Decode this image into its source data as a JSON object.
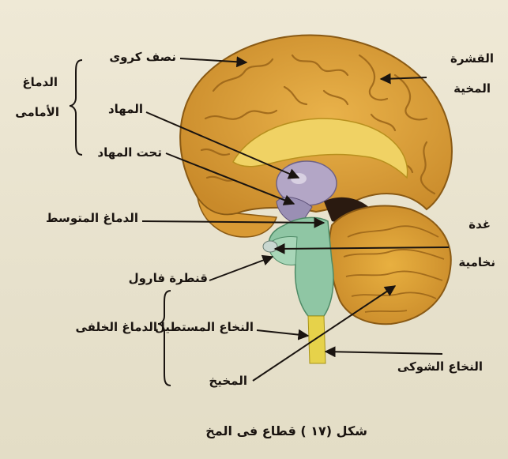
{
  "labels": {
    "hemisphere": "نصف كروى",
    "forebrain_line1": "الدماغ",
    "forebrain_line2": "الأمامى",
    "thalamus": "المهاد",
    "hypothalamus": "تحت المهاد",
    "midbrain": "الدماغ  المتوسط",
    "pons": "قنطرة فارول",
    "medulla": "النخاع المستطيل",
    "hindbrain": "الدماغ الخلفى",
    "cerebellum": "المخيخ",
    "cortex_line1": "القشرة",
    "cortex_line2": "المخية",
    "pituitary_line1": "غدة",
    "pituitary_line2": "نخامية",
    "spinal_cord": "النخاع الشوكى"
  },
  "caption": "شكل (١٧ ) قطاع فى المخ",
  "colors": {
    "brain": "#e0a83c",
    "brain_dark": "#b8781e",
    "corpus": "#f2dc6e",
    "thalamus": "#b3a6c6",
    "brainstem": "#8fc6a4",
    "spinal": "#e6d24a",
    "ink": "#1a1410"
  }
}
